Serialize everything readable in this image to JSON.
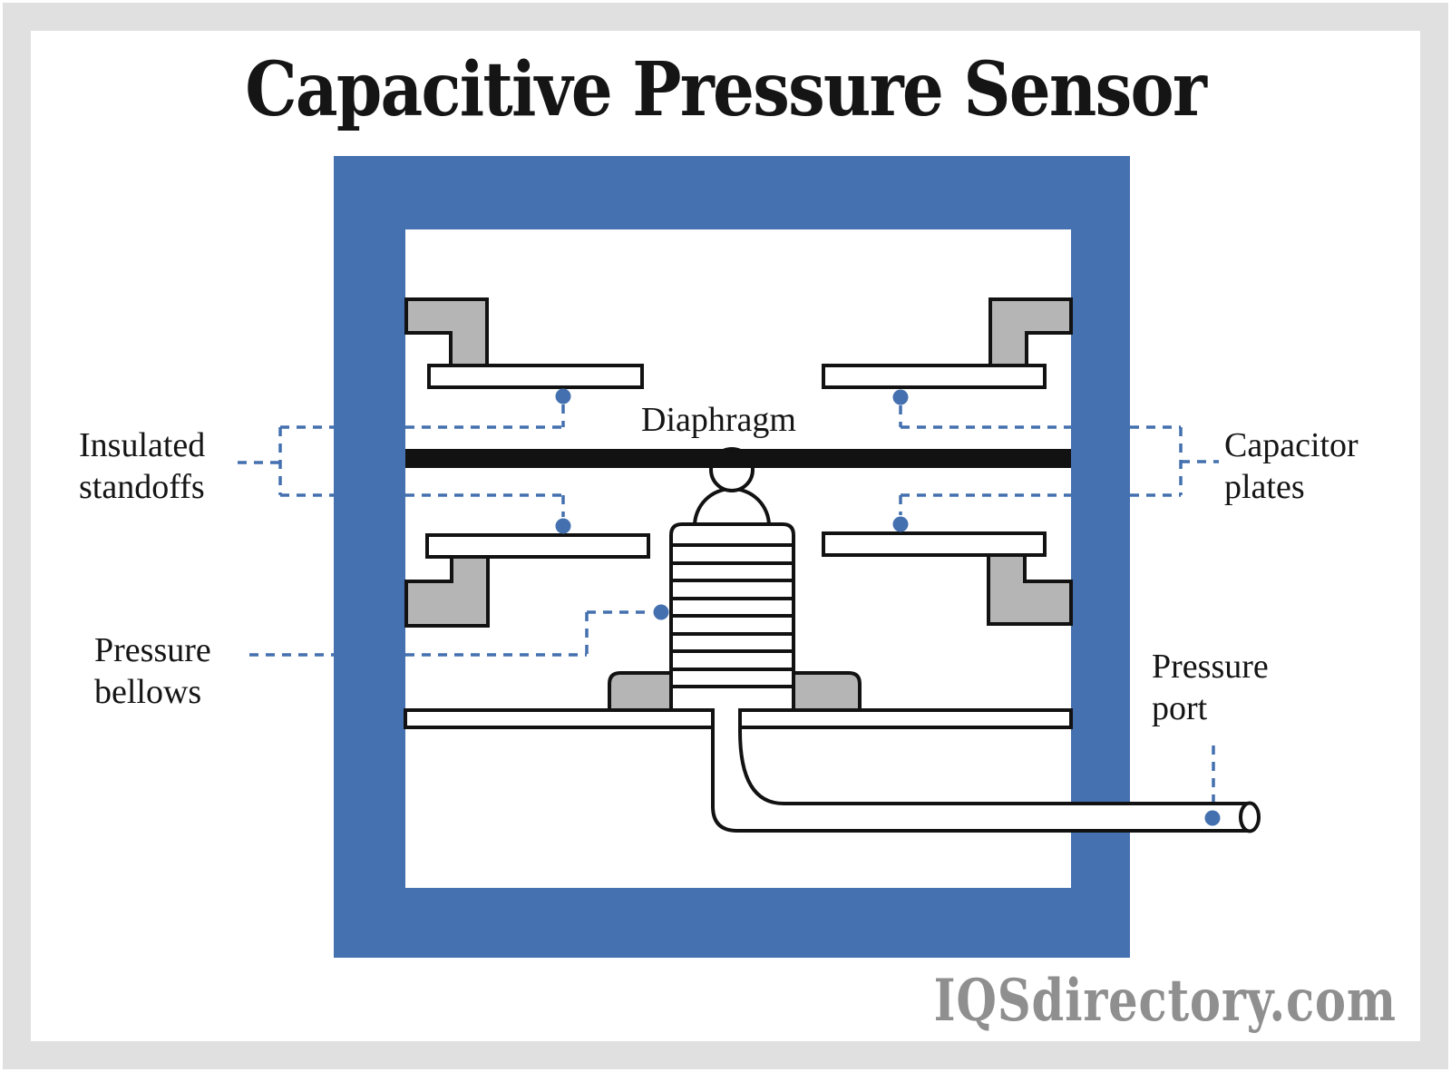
{
  "title": "Capacitive Pressure Sensor",
  "watermark": "IQSdirectory.com",
  "labels": {
    "diaphragm": {
      "text": "Diaphragm"
    },
    "insulated_standoffs": {
      "line1": "Insulated",
      "line2": "standoffs"
    },
    "capacitor_plates": {
      "line1": "Capacitor",
      "line2": "plates"
    },
    "pressure_bellows": {
      "line1": "Pressure",
      "line2": "bellows"
    },
    "pressure_port": {
      "line1": "Pressure",
      "line2": "port"
    }
  },
  "colors": {
    "housing_blue": "#4571B1",
    "leader_blue": "#4470AF",
    "standoff_gray": "#B5B5B5",
    "outline_black": "#121212",
    "page_border_gray": "#E0E0E0",
    "watermark_gray": "#8F8F8F",
    "label_black": "#151515",
    "diagram_white": "#FFFFFF"
  }
}
